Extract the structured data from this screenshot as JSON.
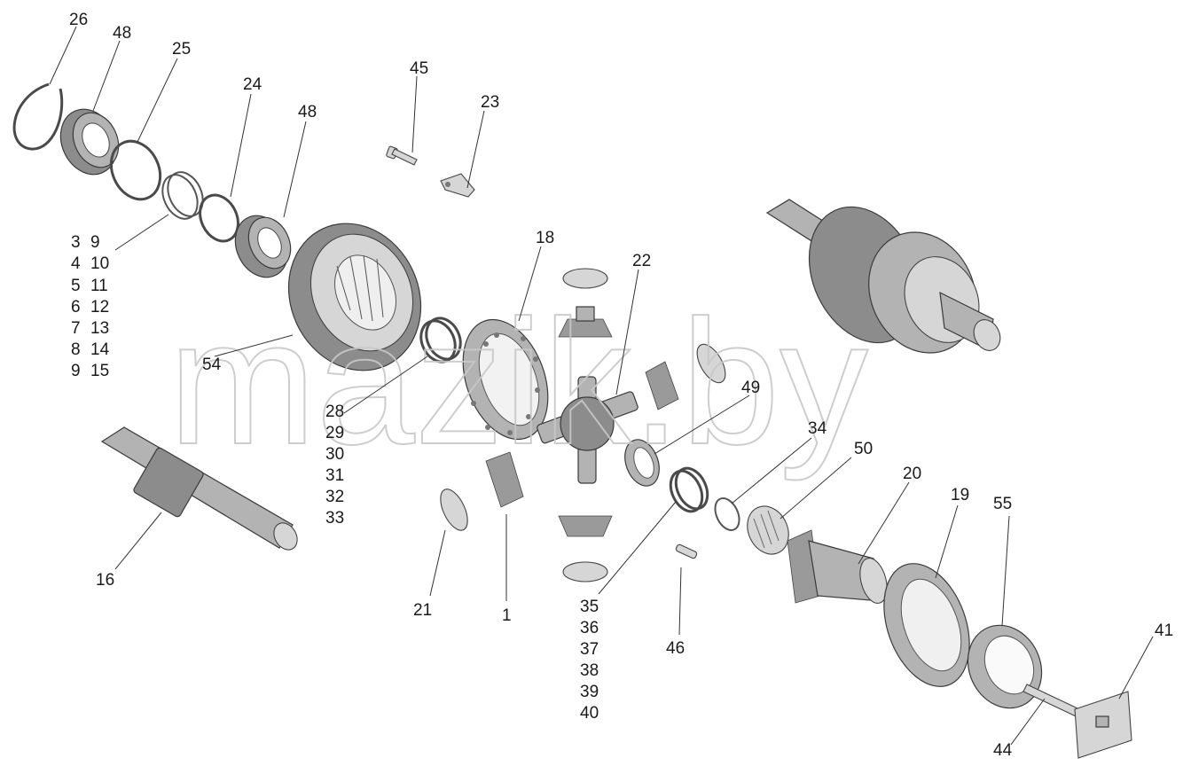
{
  "watermark": "mazik.by",
  "corner_mark": "",
  "callouts": {
    "c26": "26",
    "c48a": "48",
    "c25": "25",
    "c24": "24",
    "c48b": "48",
    "c45": "45",
    "c23": "23",
    "c18": "18",
    "c22": "22",
    "c49": "49",
    "c54": "54",
    "c16": "16",
    "c21": "21",
    "c1": "1",
    "c46": "46",
    "c34": "34",
    "c50": "50",
    "c20": "20",
    "c19": "19",
    "c55": "55",
    "c41": "41",
    "c44": "44"
  },
  "group_left": [
    "3",
    "4",
    "5",
    "6",
    "7",
    "8",
    "9"
  ],
  "group_right": [
    "9",
    "10",
    "11",
    "12",
    "13",
    "14",
    "15"
  ],
  "group_28_33": [
    "28",
    "29",
    "30",
    "31",
    "32",
    "33"
  ],
  "group_35_40": [
    "35",
    "36",
    "37",
    "38",
    "39",
    "40"
  ]
}
